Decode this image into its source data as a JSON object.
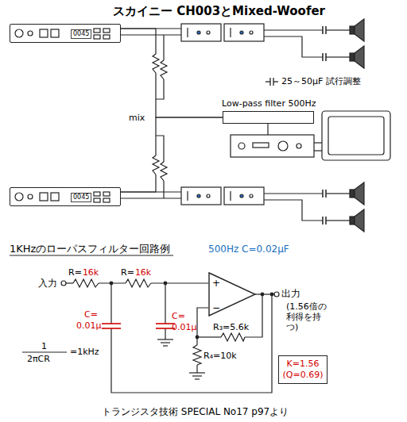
{
  "diagram": {
    "title": "スカイニー CH003とMixed-Woofer",
    "caption": "トランジスタ技術 SPECIAL No17 p97より",
    "nodes": [
      {
        "text": [
          "0045"
        ]
      },
      {
        "text": [
          "Low-pass filter 500Hz"
        ]
      },
      {
        "text": [
          "0045"
        ]
      },
      {
        "text": [
          "+",
          "−"
        ]
      },
      {
        "text": [
          "K=1.56 (Q=0.69)"
        ]
      }
    ],
    "edges": [
      {
        "from": 0,
        "to": 1,
        "arrow": "none"
      },
      {
        "from": 2,
        "to": 1,
        "arrow": "none"
      }
    ],
    "labels": [
      "mix",
      "入力",
      "R=",
      "16k",
      "R=",
      "16k",
      "C=",
      "0.01μ",
      "C=",
      "0.01μ",
      "1",
      "2πCR",
      "=1kHz",
      "R₃=5.6k",
      "R₄=10k",
      "出力",
      "(1.56倍の利得を持つ)",
      "1KHzのローパスフィルター回路例",
      "500Hz C=0.02μF"
    ],
    "legend": [
      {
        "text": "25～50μF 試行調整"
      }
    ]
  }
}
